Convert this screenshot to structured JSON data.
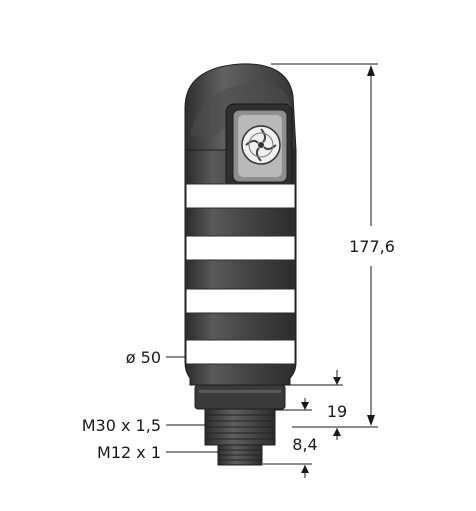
{
  "dimensions": {
    "height": "177,6",
    "diameter": "ø 50",
    "thread_main": "M30 x 1,5",
    "thread_connector": "M12 x 1",
    "base_length": "19",
    "connector_length": "8,4"
  },
  "colors": {
    "housing_dark": "#3b3b3b",
    "housing_mid": "#555555",
    "ring_white": "#ffffff",
    "line": "#1a1a1a"
  }
}
